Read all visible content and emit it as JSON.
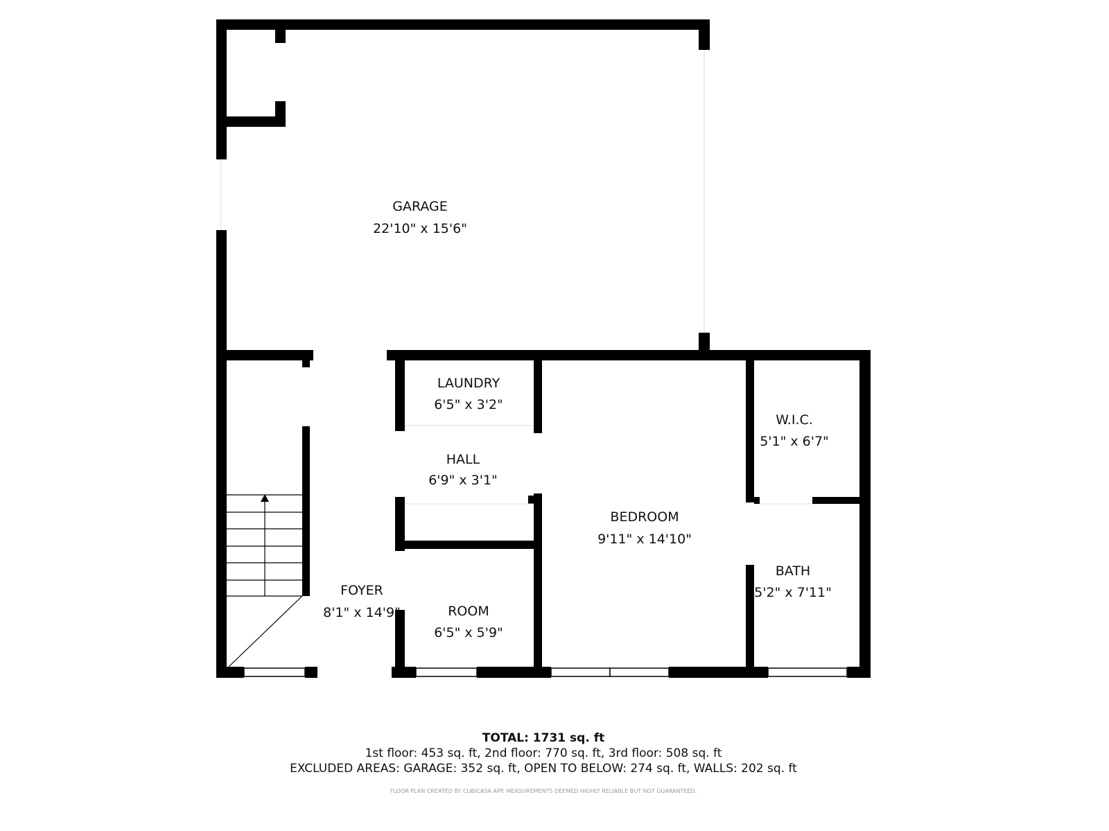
{
  "rooms": {
    "garage": {
      "name": "GARAGE",
      "size": "22'10\" x 15'6\""
    },
    "laundry": {
      "name": "LAUNDRY",
      "size": "6'5\" x 3'2\""
    },
    "hall": {
      "name": "HALL",
      "size": "6'9\" x 3'1\""
    },
    "foyer": {
      "name": "FOYER",
      "size": "8'1\" x 14'9\""
    },
    "room": {
      "name": "ROOM",
      "size": "6'5\" x 5'9\""
    },
    "bedroom": {
      "name": "BEDROOM",
      "size": "9'11\" x 14'10\""
    },
    "wic": {
      "name": "W.I.C.",
      "size": "5'1\" x 6'7\""
    },
    "bath": {
      "name": "BATH",
      "size": "5'2\" x 7'11\""
    }
  },
  "footer": {
    "total": "TOTAL: 1731 sq. ft",
    "floors": "1st floor: 453 sq. ft, 2nd floor: 770 sq. ft, 3rd floor: 508 sq. ft",
    "excluded": "EXCLUDED AREAS: GARAGE: 352 sq. ft, OPEN TO BELOW: 274 sq. ft, WALLS: 202 sq. ft",
    "disclaimer": "FLOOR PLAN CREATED BY CUBICASA APP. MEASUREMENTS DEEMED HIGHLY RELIABLE BUT NOT GUARANTEED."
  }
}
